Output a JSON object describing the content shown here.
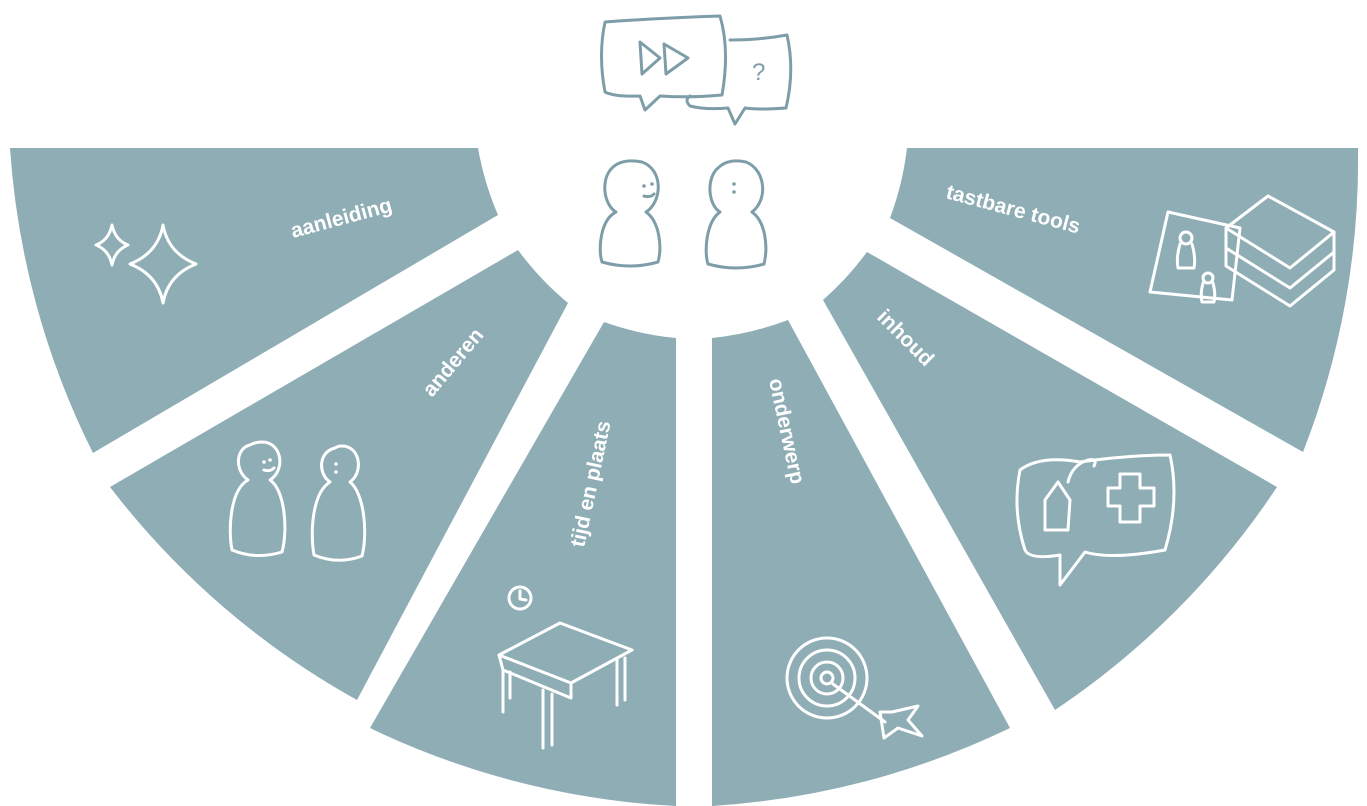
{
  "diagram": {
    "segments": [
      {
        "id": "aanleiding",
        "label": "aanleiding",
        "icon": "sparkle-icon"
      },
      {
        "id": "anderen",
        "label": "anderen",
        "icon": "people-icon"
      },
      {
        "id": "tijd-en-plaats",
        "label": "tijd en plaats",
        "icon": "table-clock-icon"
      },
      {
        "id": "onderwerp",
        "label": "onderwerp",
        "icon": "target-icon"
      },
      {
        "id": "inhoud",
        "label": "inhoud",
        "icon": "speech-bubble-house-plus-icon"
      },
      {
        "id": "tastbare-tools",
        "label": "tastbare tools",
        "icon": "board-game-icon"
      }
    ],
    "center": {
      "icon": "conversation-icon",
      "question_mark": "?"
    },
    "colors": {
      "segment": "#8fadb5",
      "icon_on_segment": "#ffffff",
      "center_outline": "#7d9ea8"
    }
  }
}
